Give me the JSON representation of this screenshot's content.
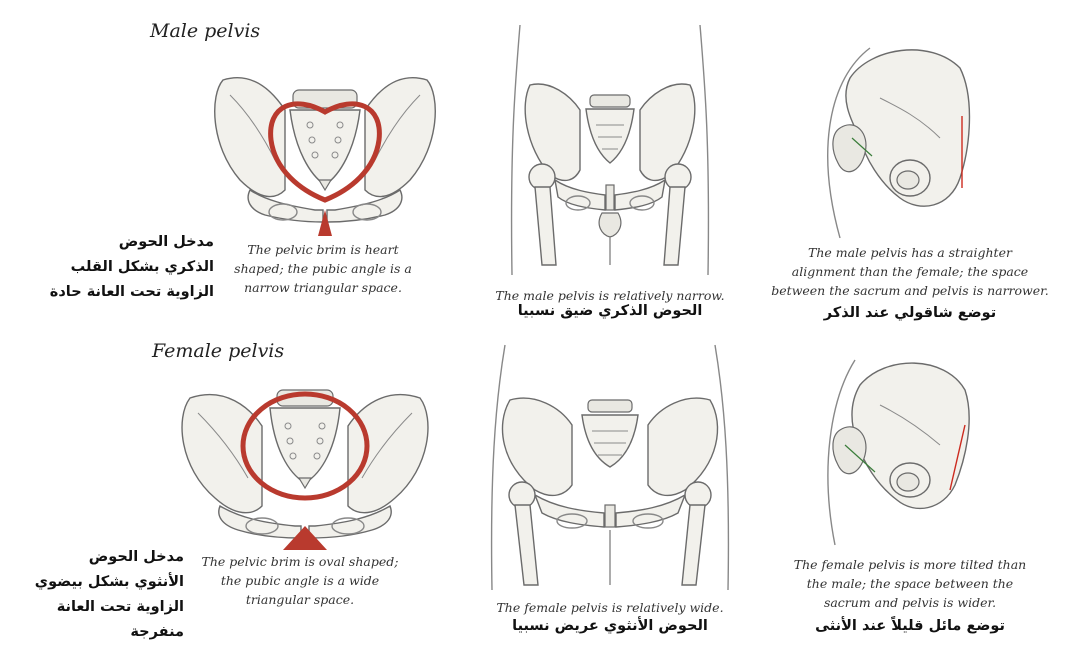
{
  "rows": [
    {
      "heading": "Male pelvis",
      "arabic_side": [
        "مدخل الحوض",
        "الذكري بشكل القلب",
        "الزاوية تحت العانة حادة"
      ],
      "captions": {
        "front_brim": [
          "The pelvic brim is heart",
          "shaped; the pubic angle is a",
          "narrow triangular space."
        ],
        "front_body": [
          "The male pelvis is relatively narrow."
        ],
        "side": [
          "The male pelvis has a straighter",
          "alignment than the female; the space",
          "between the sacrum and pelvis is narrower."
        ]
      },
      "arabic_under": {
        "front_body": "الحوض الذكري ضيق نسبيا",
        "side": "توضع شاقولي عند الذكر"
      }
    },
    {
      "heading": "Female pelvis",
      "arabic_side": [
        "مدخل الحوض",
        "الأنثوي بشكل بيضوي",
        "الزاوية تحت العانة",
        "منفرجة"
      ],
      "captions": {
        "front_brim": [
          "The pelvic brim is oval shaped;",
          "the pubic angle is a wide",
          "triangular space."
        ],
        "front_body": [
          "The female pelvis is relatively wide."
        ],
        "side": [
          "The female pelvis is more tilted than",
          "the male; the space between the",
          "sacrum and pelvis is wider."
        ]
      },
      "arabic_under": {
        "front_body": "الحوض الأنثوي عريض نسبيا",
        "side": "توضع مائل قليلاً عند الأنثى"
      }
    }
  ],
  "colors": {
    "brim_highlight": "#b93a2e",
    "alignment_line": "#cc2a1e",
    "sacrum_line": "#3a7d3a",
    "bone_fill": "#f2f1ec"
  }
}
